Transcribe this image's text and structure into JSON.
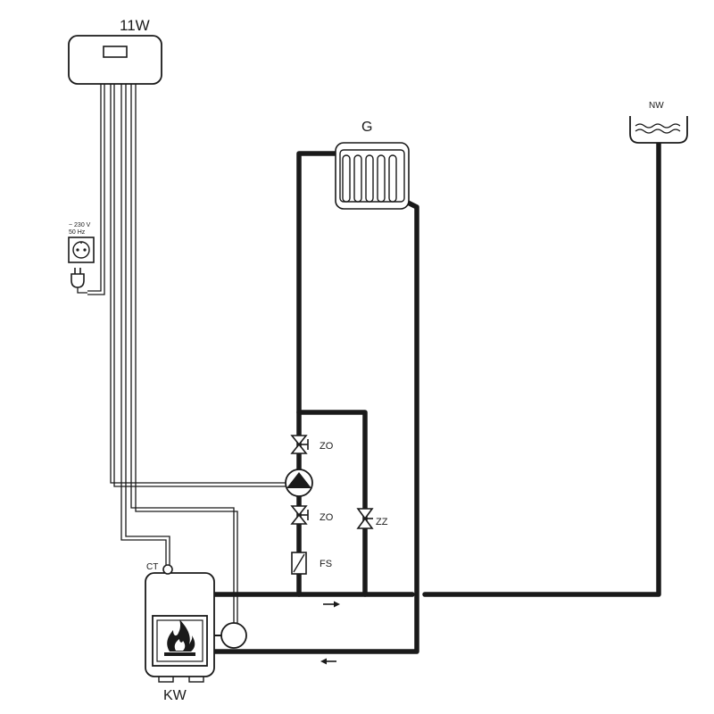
{
  "labels": {
    "controller": "11W",
    "radiator": "G",
    "expansion_tank": "NW",
    "valve_upper": "ZO",
    "valve_lower": "ZO",
    "valve_bypass": "ZZ",
    "filter": "FS",
    "sensor": "CT",
    "boiler": "KW",
    "power_voltage": "~ 230 V",
    "power_frequency": "50 Hz"
  }
}
